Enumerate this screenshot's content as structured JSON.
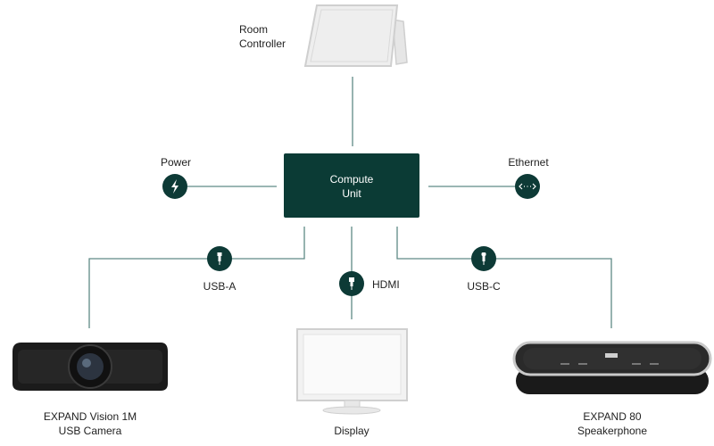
{
  "diagram": {
    "hub": {
      "line1": "Compute",
      "line2": "Unit"
    },
    "room_controller": {
      "line1": "Room",
      "line2": "Controller"
    },
    "power": {
      "label": "Power"
    },
    "ethernet": {
      "label": "Ethernet"
    },
    "usb_a": {
      "label": "USB-A"
    },
    "hdmi": {
      "label": "HDMI"
    },
    "usb_c": {
      "label": "USB-C"
    },
    "camera": {
      "line1": "EXPAND Vision 1M",
      "line2": "USB Camera"
    },
    "display": {
      "label": "Display"
    },
    "speakerphone": {
      "line1": "EXPAND 80",
      "line2": "Speakerphone"
    }
  },
  "colors": {
    "hub": "#0b3b35",
    "node": "#0d3a36",
    "line": "#5f8a86",
    "device_outline": "#cfcfcf",
    "text": "#222222"
  },
  "icons": {
    "power": "lightning-bolt-icon",
    "ethernet": "ethernet-arrows-icon",
    "usb_a": "usb-plug-icon",
    "hdmi": "hdmi-plug-icon",
    "usb_c": "usb-c-plug-icon"
  }
}
